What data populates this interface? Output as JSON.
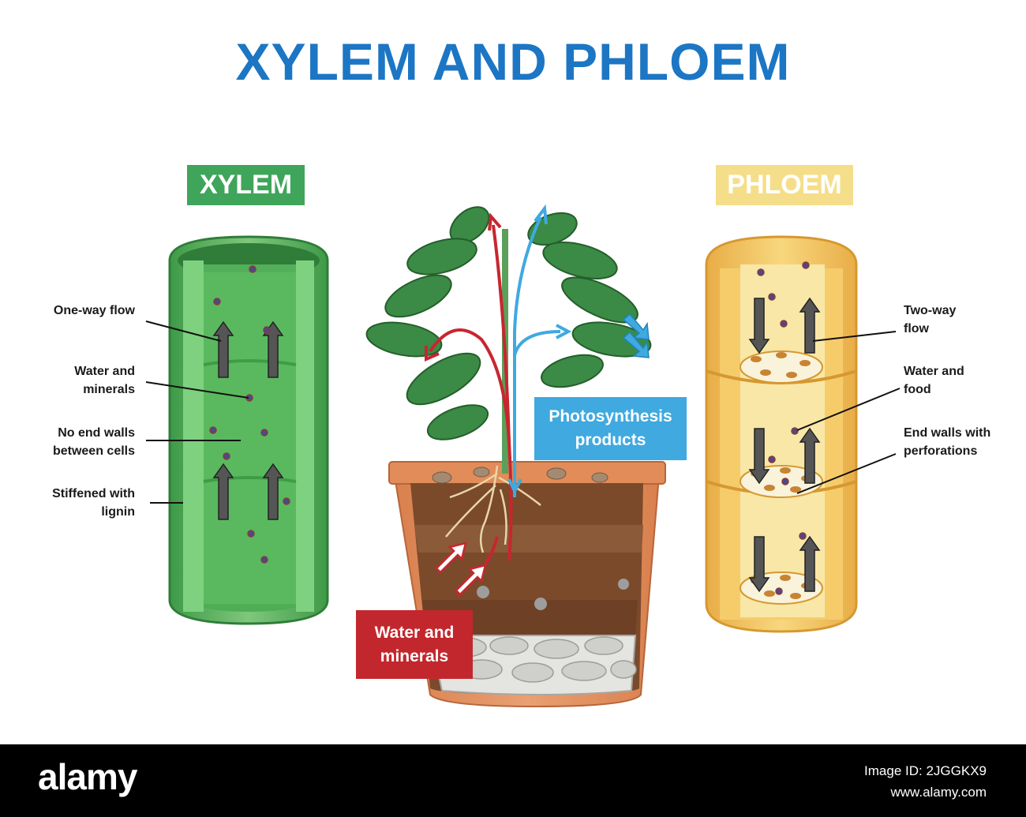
{
  "title": "XYLEM AND PHLOEM",
  "xylem": {
    "tag": "XYLEM",
    "labels": [
      "One-way flow",
      "Water and minerals",
      "No end walls between cells",
      "Stiffened with lignin"
    ]
  },
  "phloem": {
    "tag": "PHLOEM",
    "labels": [
      "Two-way flow",
      "Water and food",
      "End walls with perforations"
    ]
  },
  "plant": {
    "water_box": "Water and minerals",
    "photo_box": "Photosynthesis products"
  },
  "colors": {
    "title": "#1c76c4",
    "xylem": "#3fa55a",
    "phloem": "#f5de8a",
    "water_arrow": "#c2272d",
    "photo_arrow": "#3fa9e0"
  },
  "footer": {
    "brand": "alamy",
    "image_id": "Image ID: 2JGGKX9",
    "site": "www.alamy.com"
  }
}
